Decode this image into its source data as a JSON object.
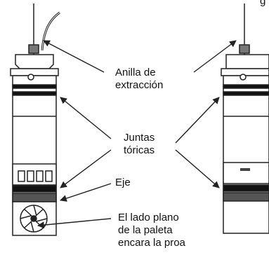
{
  "labels": {
    "extraction_ring": [
      "Anilla de",
      "extracción"
    ],
    "o_rings": [
      "Juntas",
      "tóricas"
    ],
    "shaft": "Eje",
    "paddle_note": [
      "El lado plano",
      "de la paleta",
      "encara la proa"
    ],
    "corner_fragment": "g"
  }
}
